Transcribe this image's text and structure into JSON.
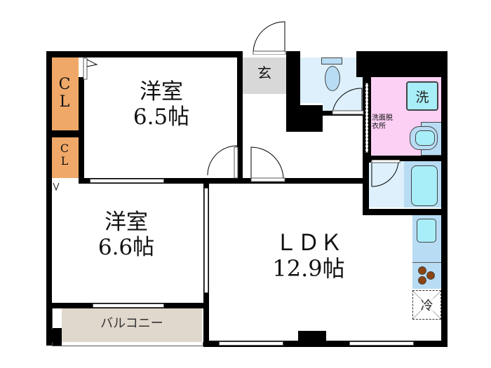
{
  "floor_plan": {
    "rooms": {
      "western_room_1": {
        "name": "洋室",
        "size": "6.5帖"
      },
      "western_room_2": {
        "name": "洋室",
        "size": "6.6帖"
      },
      "ldk": {
        "name": "ＬＤＫ",
        "size": "12.9帖"
      },
      "entrance": {
        "name": "玄"
      },
      "washroom": {
        "name_line1": "洗面脱",
        "name_line2": "衣所"
      },
      "balcony": {
        "name": "バルコニー"
      },
      "closet_1": {
        "line1": "C",
        "line2": "L"
      },
      "closet_2": {
        "line1": "C",
        "line2": "L"
      }
    },
    "fixtures": {
      "washing_machine": "洗",
      "refrigerator": "冷"
    },
    "colors": {
      "wall": "#000000",
      "closet": "#f0a868",
      "entrance": "#d8d8d8",
      "wet_area": "#ddf0fb",
      "washroom": "#fcd0f4",
      "fixture_blue": "#b8dcf4",
      "fixture_cyan": "#a8eef8",
      "balcony": "#e0d8cc",
      "stove_burner": "#8b4513"
    }
  }
}
